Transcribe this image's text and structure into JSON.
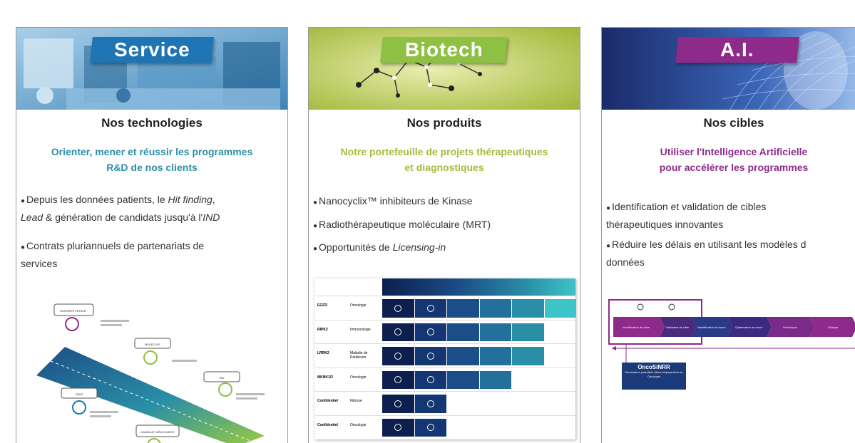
{
  "cards": [
    {
      "tag": "Service",
      "tag_color": "#1f74b3",
      "title": "Nos technologies",
      "subtitle_line1": "Orienter, mener et réussir les programmes",
      "subtitle_line2": "R&D de nos clients",
      "subtitle_color": "#2a8fa6",
      "b1_pre": "Depuis les données patients, le ",
      "b1_em1": "Hit finding",
      "b1_sep": ",",
      "b1_em2": "Lead",
      "b1_mid": " & génération de candidats jusqu'à l'",
      "b1_em3": "IND",
      "b2_line1": "Contrats pluriannuels de partenariats de",
      "b2_line2": "services",
      "roadmap": [
        "DONNÉES PATIENT",
        "MOLÉCULE",
        "IND",
        "CIBLE",
        "CANDIDAT MÉDICAMENT"
      ]
    },
    {
      "tag": "Biotech",
      "tag_color": "#8dc043",
      "title": "Nos produits",
      "subtitle_line1": "Notre portefeuille de projets thérapeutiques",
      "subtitle_line2": "et diagnostiques",
      "subtitle_color": "#a7b93b",
      "b1": "Nanocyclix™ inhibiteurs de Kinase",
      "b2": "Radiothérapeutique moléculaire (MRT)",
      "b3_pre": "Opportunités de ",
      "b3_em": "Licensing-in",
      "table_rows": [
        {
          "name": "EGFR",
          "indication": "Oncologie",
          "progress": 6
        },
        {
          "name": "RIPK2",
          "indication": "Immunologie",
          "progress": 5
        },
        {
          "name": "LRRK2",
          "indication": "Maladie de Parkinson",
          "progress": 5
        },
        {
          "name": "MKNK1/2",
          "indication": "Oncologie",
          "progress": 4
        },
        {
          "name": "Confidentiel",
          "indication": "Fibrose",
          "progress": 2
        },
        {
          "name": "Confidentiel",
          "indication": "Oncologie",
          "progress": 2
        }
      ]
    },
    {
      "tag": "A.I.",
      "tag_color": "#8e2a8a",
      "title": "Nos cibles",
      "subtitle_line1": "Utiliser l'Intelligence Artificielle",
      "subtitle_line2": "pour accélérer les programmes",
      "subtitle_color": "#8e2a8a",
      "b1_line1": "Identification et validation de cibles",
      "b1_line2": "thérapeutiques innovantes",
      "b2_line1": "Réduire les délais en utilisant les modèles d",
      "b2_line2": "données",
      "pipeline": [
        "Identification de cible",
        "Validation de cible",
        "Identification de touch",
        "Optimisation de touch",
        "Préclinique",
        "Clinique"
      ],
      "box_title": "OncoSiNRR",
      "box_text": "Des-leaders potentiels cibles biopolymères en Oncologie"
    }
  ]
}
